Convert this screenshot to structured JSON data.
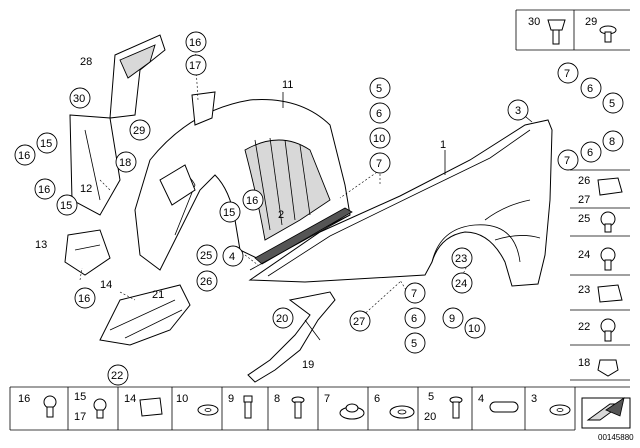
{
  "callouts": {
    "c1": "1",
    "c2": "2",
    "c3": "3",
    "c4": "4",
    "c5a": "5",
    "c6a": "6",
    "c10a": "10",
    "c7a": "7",
    "c7b": "7",
    "c6b": "6",
    "c5b": "5",
    "c7c": "7",
    "c6c": "6",
    "c8a": "8",
    "c7d": "7",
    "c6d": "6",
    "c9a": "9",
    "c10b": "10",
    "c11": "11",
    "c12": "12",
    "c13": "13",
    "c14": "14",
    "c15a": "15",
    "c15b": "15",
    "c15c": "15",
    "c16a": "16",
    "c16b": "16",
    "c16c": "16",
    "c16d": "16",
    "c16e": "16",
    "c17": "17",
    "c18": "18",
    "c19": "19",
    "c20": "20",
    "c21": "21",
    "c22": "22",
    "c23": "23",
    "c24": "24",
    "c25": "25",
    "c26": "26",
    "c27": "27",
    "c28": "28",
    "c29": "29",
    "c30": "30"
  },
  "legend_right": {
    "r30": "30",
    "r29": "29",
    "r26": "26",
    "r27": "27",
    "r25": "25",
    "r24": "24",
    "r23": "23",
    "r22": "22",
    "r18": "18"
  },
  "legend_bottom": {
    "b16": "16",
    "b15": "15",
    "b17": "17",
    "b14": "14",
    "b10": "10",
    "b9": "9",
    "b8": "8",
    "b7": "7",
    "b6": "6",
    "b5": "5",
    "b20": "20",
    "b4": "4",
    "b3": "3"
  },
  "image_id": "00145880"
}
